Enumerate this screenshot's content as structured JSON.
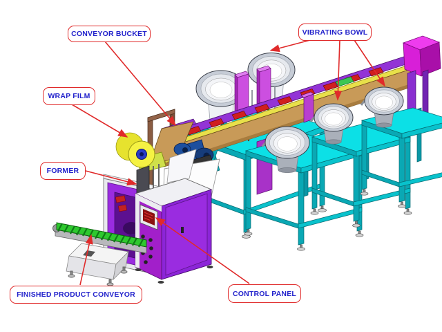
{
  "diagram": {
    "type": "annotated-machine-diagram",
    "subject": "Packaging line with vibrating bowl feeders, bucket conveyor, former and control panel",
    "labels": [
      {
        "id": "conveyor-bucket",
        "text": "CONVEYOR BUCKET"
      },
      {
        "id": "vibrating-bowl",
        "text": "VIBRATING BOWL"
      },
      {
        "id": "wrap-film",
        "text": "WRAP FILM"
      },
      {
        "id": "former",
        "text": "FORMER"
      },
      {
        "id": "finished-product-conveyor",
        "text": "FINISHED PRODUCT CONVEYOR"
      },
      {
        "id": "control-panel",
        "text": "CONTROL PANEL"
      }
    ],
    "style": {
      "label_text_color": "#2323cc",
      "label_border_color": "#e02a2a",
      "label_background": "#ffffff",
      "arrow_color": "#e02a2a",
      "table_color": "#0ce0e6",
      "bowl_rim_color": "#c6ccd6",
      "conveyor_side_color": "#c89a58",
      "conveyor_edge_color": "#e8e04a",
      "conveyor_wall_color": "#9333d6",
      "bucket_color": "#d01f1f",
      "hopper_color": "#e020e0",
      "cabinet_color": "#9a2ce0",
      "film_roll_color": "#f2ef3e",
      "film_hub_color": "#2a3bc8",
      "belt_color": "#2ec82e",
      "motor_color": "#1d4f9e",
      "background": "#ffffff"
    }
  }
}
